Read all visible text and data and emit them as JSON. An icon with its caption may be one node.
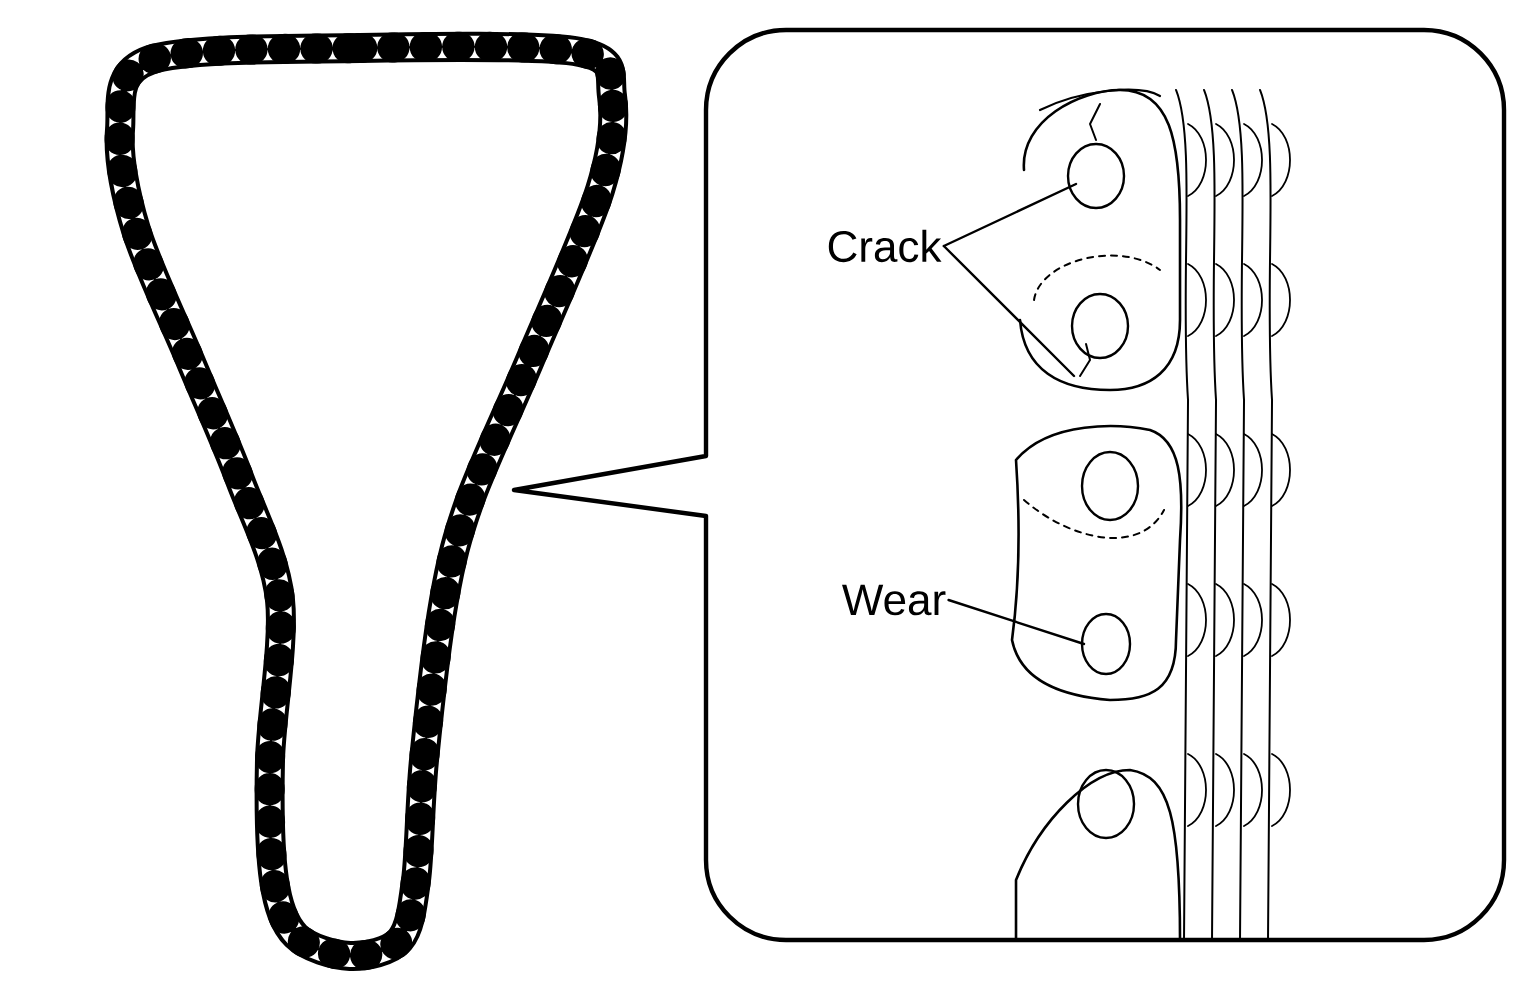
{
  "diagram": {
    "nodes": [
      {
        "text": [
          "Crack"
        ]
      },
      {
        "text": [
          "Wear"
        ]
      }
    ],
    "edges": [
      {
        "from": 0,
        "to": null,
        "arrow": "none"
      },
      {
        "from": 0,
        "to": null,
        "arrow": "none"
      },
      {
        "from": 1,
        "to": null,
        "arrow": "none"
      }
    ]
  }
}
